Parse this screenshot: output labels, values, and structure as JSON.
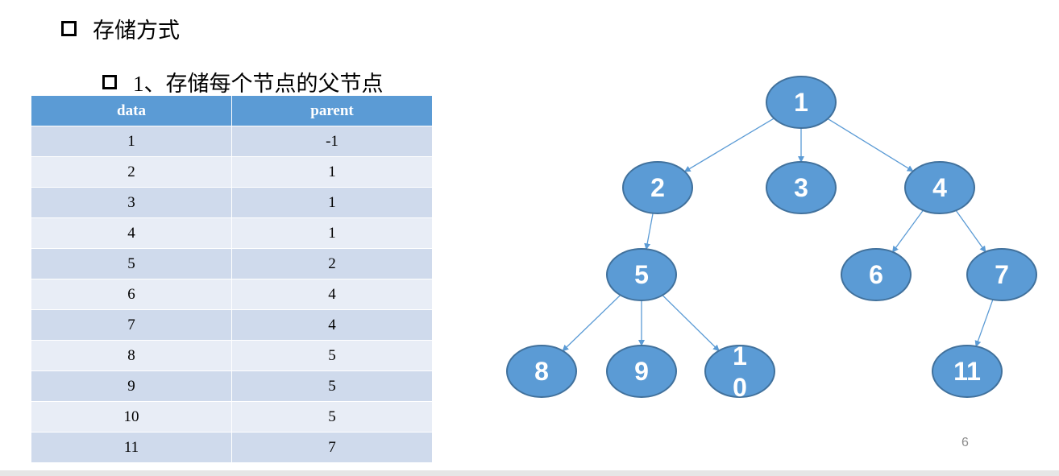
{
  "slide": {
    "heading": "存储方式",
    "subheading": "1、存储每个节点的父节点",
    "page_number": "6"
  },
  "table": {
    "columns": [
      "data",
      "parent"
    ],
    "rows": [
      [
        "1",
        "-1"
      ],
      [
        "2",
        "1"
      ],
      [
        "3",
        "1"
      ],
      [
        "4",
        "1"
      ],
      [
        "5",
        "2"
      ],
      [
        "6",
        "4"
      ],
      [
        "7",
        "4"
      ],
      [
        "8",
        "5"
      ],
      [
        "9",
        "5"
      ],
      [
        "10",
        "5"
      ],
      [
        "11",
        "7"
      ]
    ]
  },
  "tree": {
    "node_color": "#5b9bd5",
    "node_border_color": "#41719c",
    "edge_color": "#5b9bd5",
    "nodes": [
      "1",
      "2",
      "3",
      "4",
      "5",
      "6",
      "7",
      "8",
      "9",
      "10",
      "11"
    ],
    "node_10_display_lines": [
      "1",
      "0"
    ],
    "edges": [
      [
        "1",
        "2"
      ],
      [
        "1",
        "3"
      ],
      [
        "1",
        "4"
      ],
      [
        "2",
        "5"
      ],
      [
        "4",
        "6"
      ],
      [
        "4",
        "7"
      ],
      [
        "5",
        "8"
      ],
      [
        "5",
        "9"
      ],
      [
        "5",
        "10"
      ],
      [
        "7",
        "11"
      ]
    ]
  }
}
